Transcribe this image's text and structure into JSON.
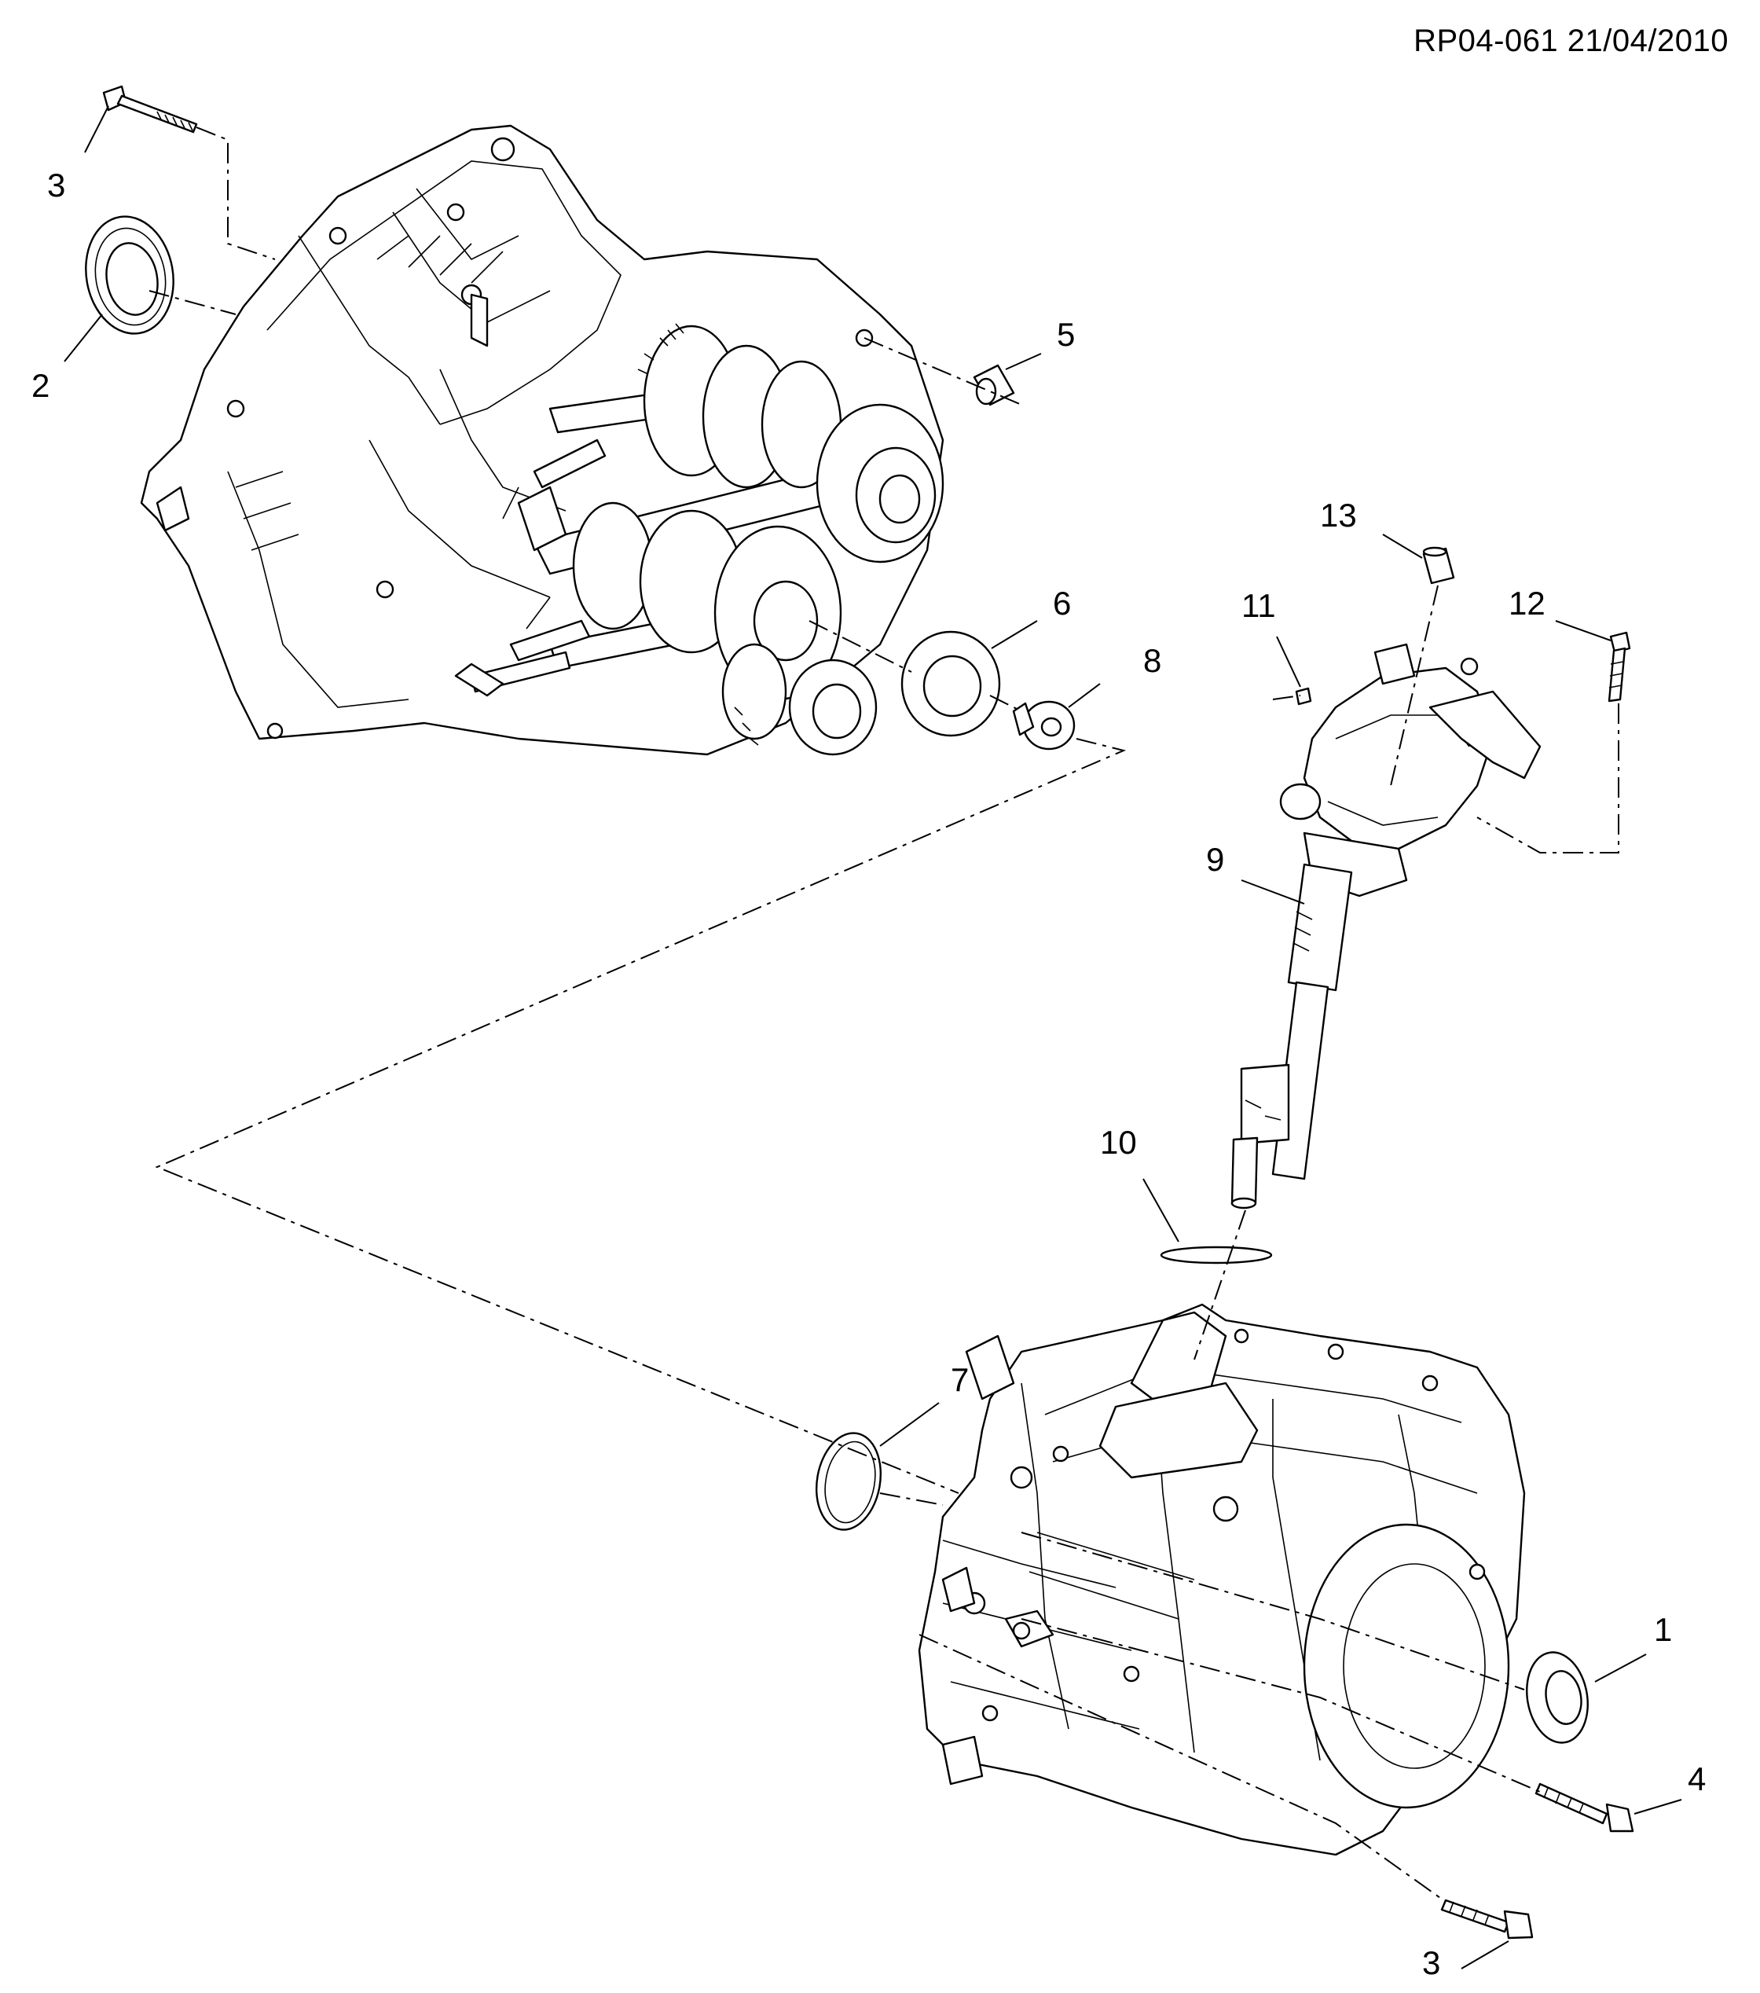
{
  "drawing_reference": "RP04-061 21/04/2010",
  "callouts": {
    "c1": "1",
    "c2": "2",
    "c3_top": "3",
    "c3_bottom": "3",
    "c4": "4",
    "c5": "5",
    "c6": "6",
    "c7": "7",
    "c8": "8",
    "c9": "9",
    "c10": "10",
    "c11": "11",
    "c12": "12",
    "c13": "13"
  }
}
